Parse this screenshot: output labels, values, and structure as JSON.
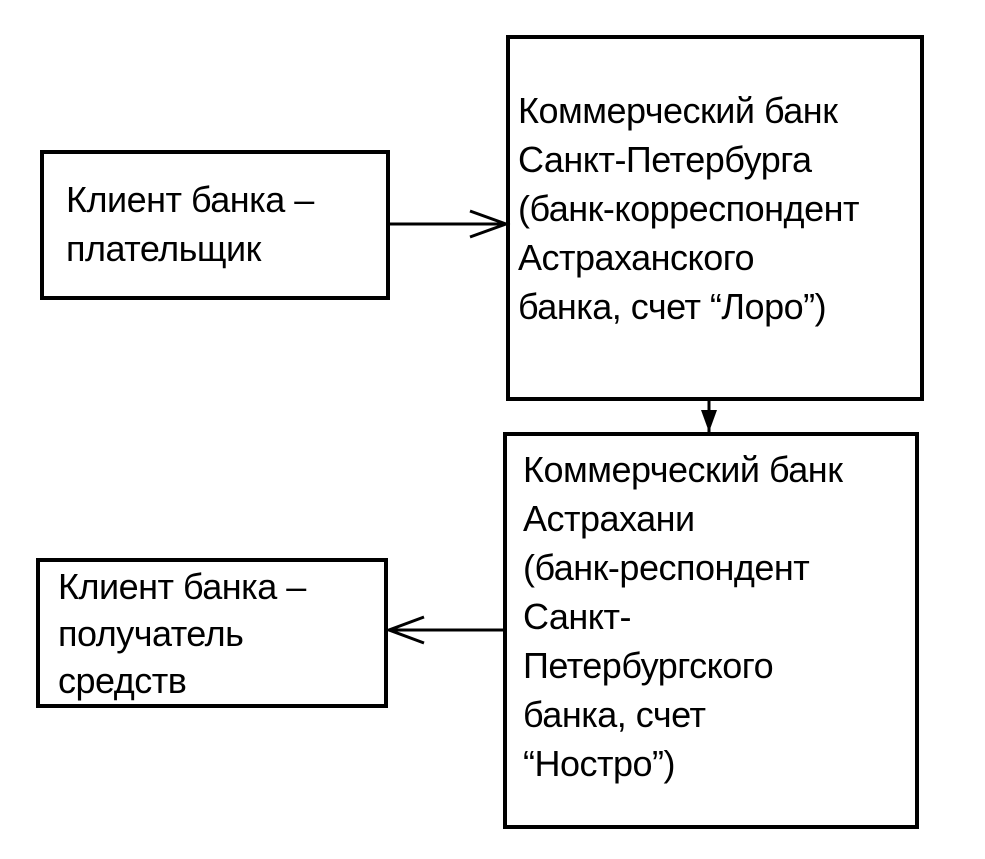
{
  "nodes": {
    "payer": {
      "label": "Клиент банка –\nплательщик"
    },
    "spb_bank": {
      "label": "Коммерческий банк\nСанкт-Петербурга\n(банк-корреспондент\nАстраханского\nбанка, счет “Лоро”)"
    },
    "astrakhan_bank": {
      "label": "Коммерческий банк\nАстрахани\n(банк-респондент\nСанкт-\nПетербургского\nбанка, счет\n“Ностро”)"
    },
    "receiver": {
      "label": "Клиент банка –\nполучатель\nсредств"
    }
  }
}
